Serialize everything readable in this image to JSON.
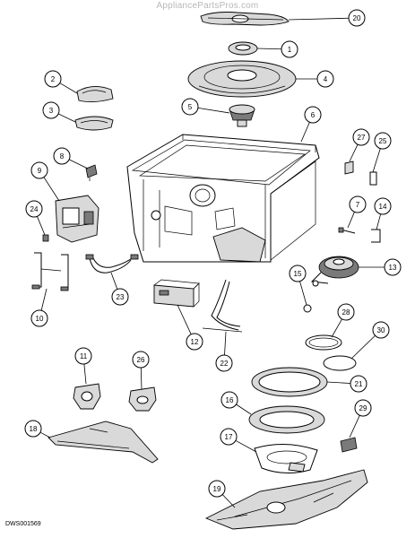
{
  "watermark": "AppliancePartsPros.com",
  "diagram_id": "DWS001569",
  "callouts": [
    "1",
    "2",
    "3",
    "4",
    "5",
    "6",
    "7",
    "8",
    "9",
    "10",
    "11",
    "12",
    "13",
    "14",
    "15",
    "16",
    "17",
    "18",
    "19",
    "20",
    "21",
    "22",
    "23",
    "24",
    "25",
    "26",
    "27",
    "28",
    "29",
    "30"
  ]
}
